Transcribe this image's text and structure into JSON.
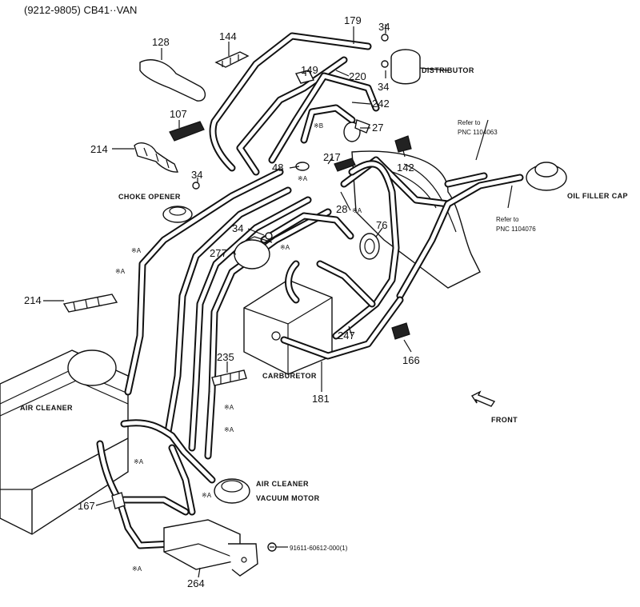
{
  "header": "(9212-9805) CB41··VAN",
  "part_numbers": {
    "p179": "179",
    "p34a": "34",
    "p128": "128",
    "p144": "144",
    "p149": "149",
    "p220": "220",
    "p34b": "34",
    "p242": "242",
    "p107": "107",
    "p27": "27",
    "p214a": "214",
    "p217": "217",
    "p48": "48",
    "p142": "142",
    "p34c": "34",
    "p28": "28",
    "p76": "76",
    "p34d": "34",
    "p277": "277",
    "p214b": "214",
    "p247": "247",
    "p166": "166",
    "p235": "235",
    "p181": "181",
    "p167": "167",
    "p264": "264"
  },
  "labels": {
    "distributor": "DISTRIBUTOR",
    "choke_opener": "CHOKE OPENER",
    "oil_filler_cap": "OIL FILLER CAP",
    "carburetor": "CARBURETOR",
    "air_cleaner": "AIR CLEANER",
    "air_cleaner_vacuum_motor_1": "AIR CLEANER",
    "air_cleaner_vacuum_motor_2": "VACUUM MOTOR",
    "front": "FRONT",
    "refer_to_a_1": "Refer to",
    "refer_to_a_2": "PNC 1104063",
    "refer_to_b_1": "Refer to",
    "refer_to_b_2": "PNC 1104076",
    "bolt_part": "91611-60612-000(1)"
  },
  "hose_tags": {
    "t1": "※B",
    "t2": "※A",
    "t3": "※A",
    "t4": "※A",
    "t5": "※A",
    "t6": "※A",
    "t7": "※A",
    "t8": "※A",
    "t9": "※A",
    "t10": "※A",
    "t11": "※A"
  }
}
